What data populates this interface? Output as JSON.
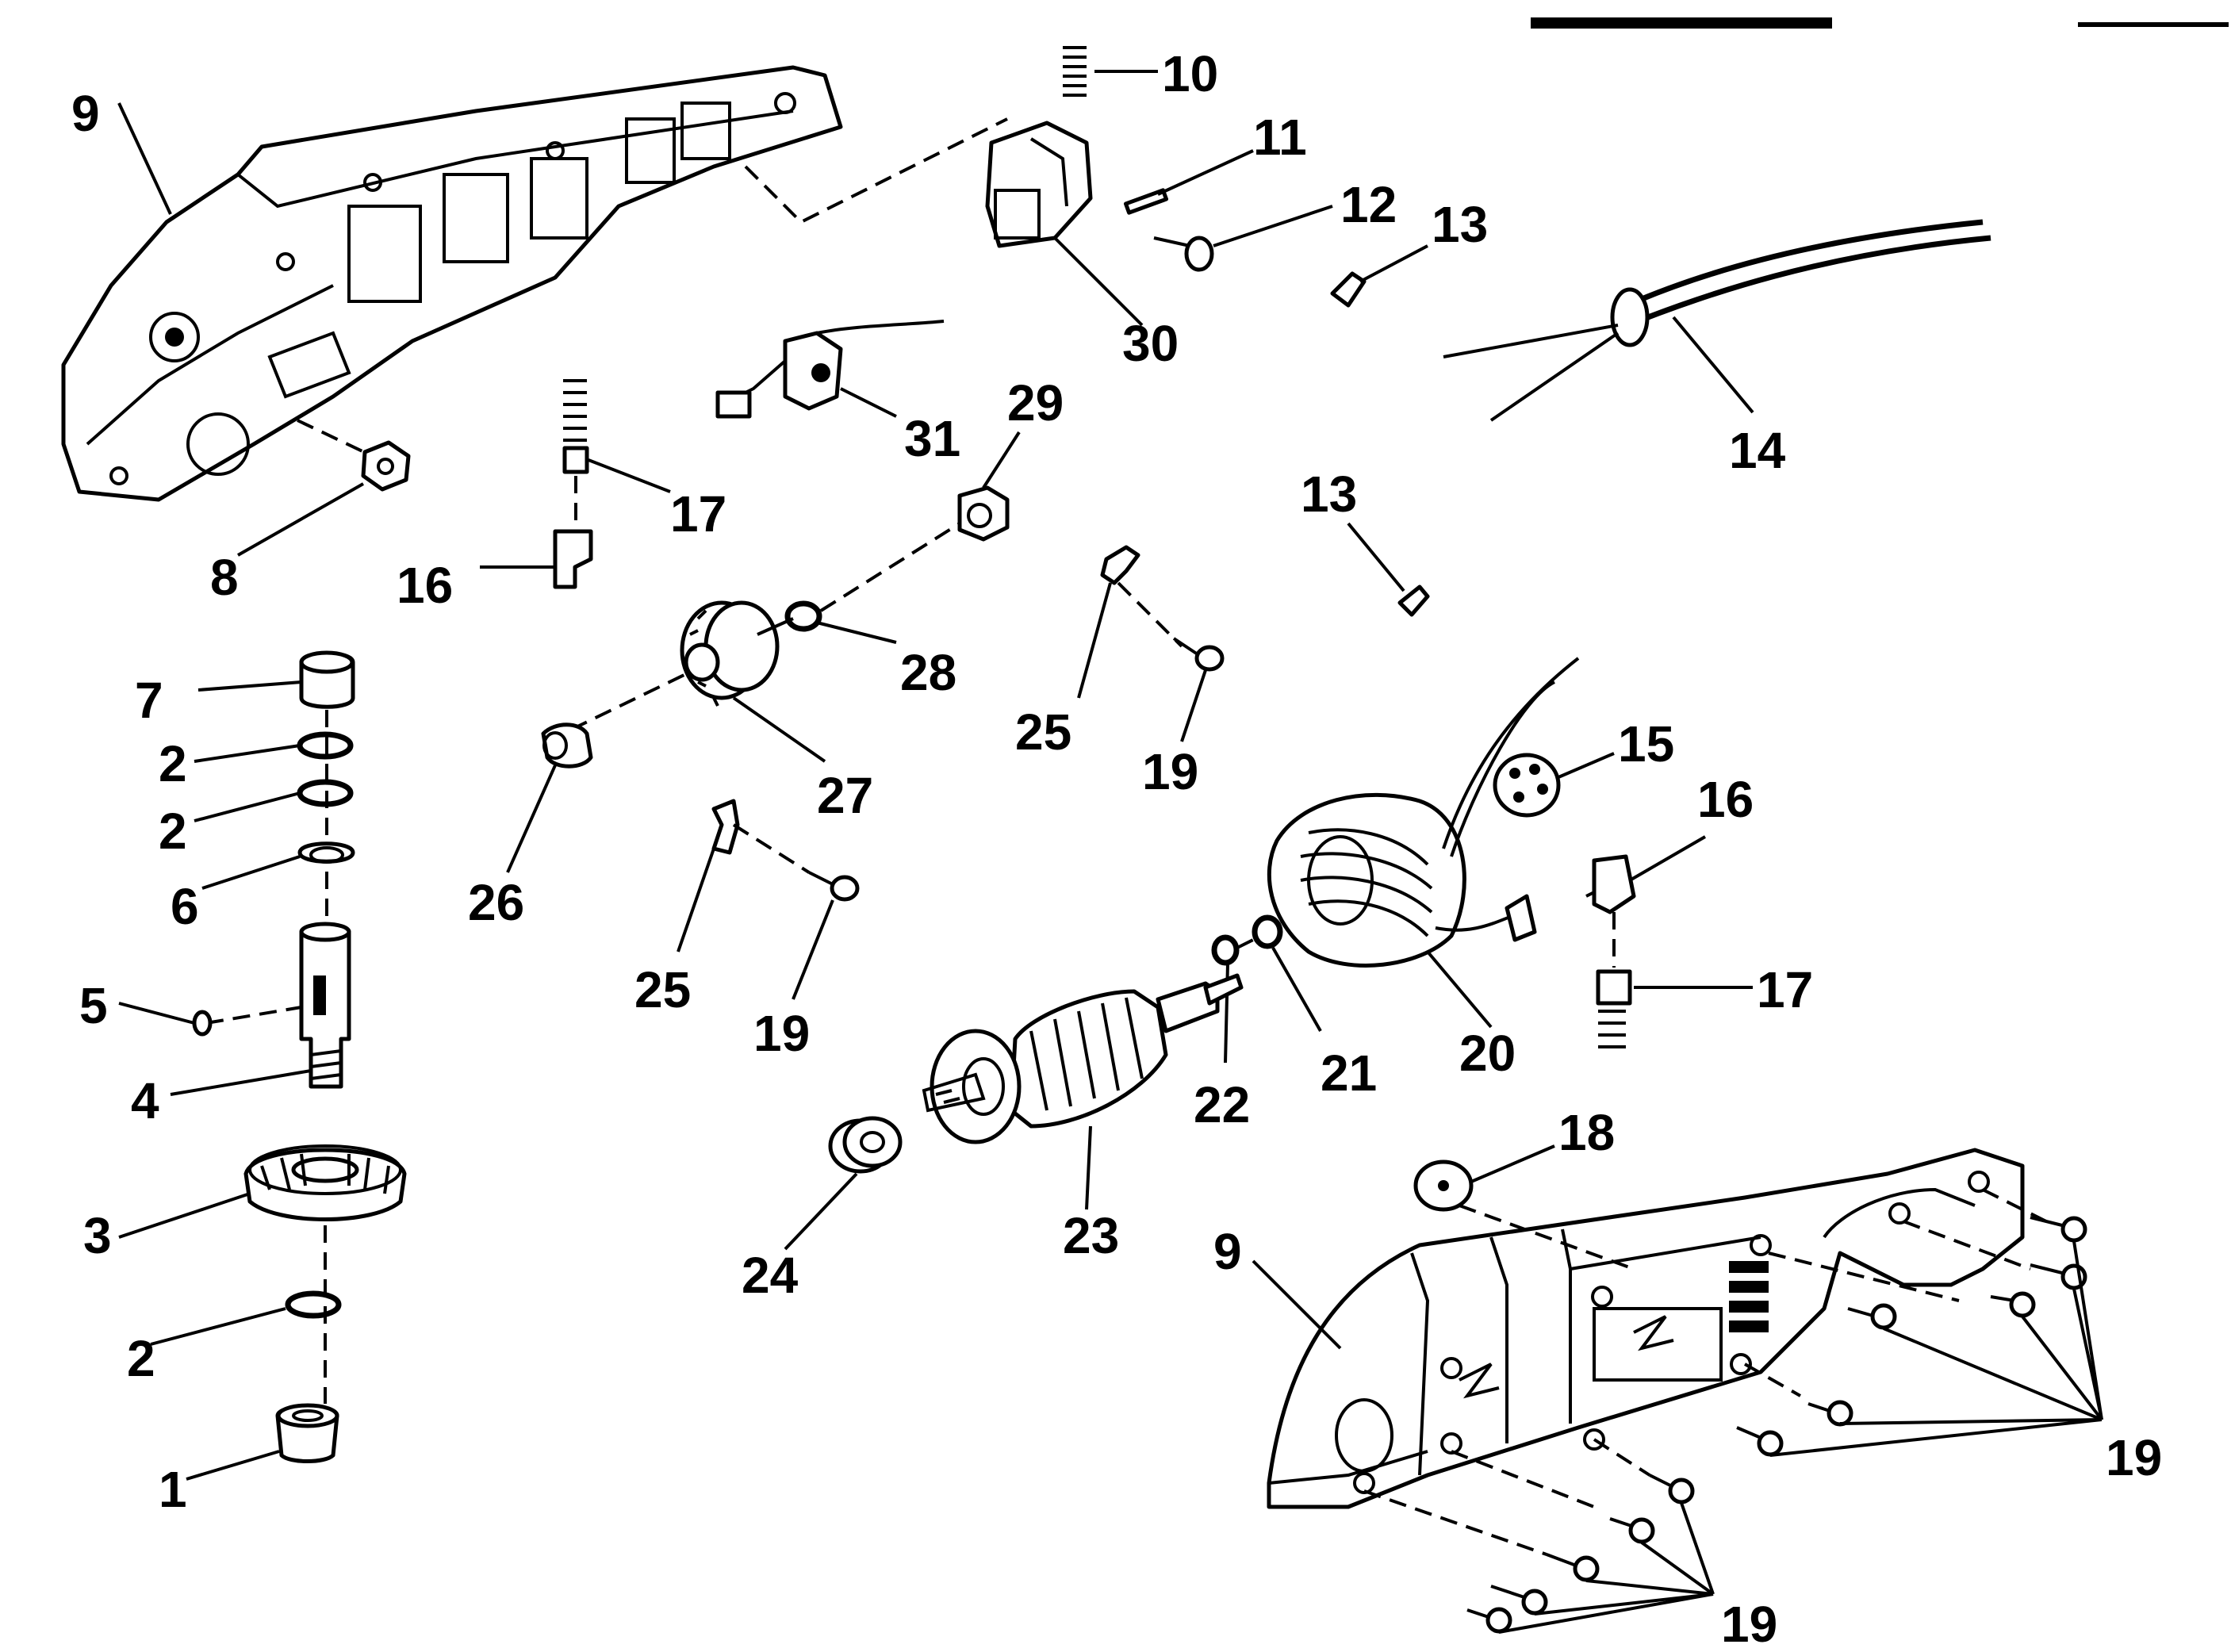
{
  "header": {
    "partial_text": "…"
  },
  "callouts": {
    "c1": "1",
    "c2a": "2",
    "c2b": "2",
    "c2c": "2",
    "c3": "3",
    "c4": "4",
    "c5": "5",
    "c6": "6",
    "c7": "7",
    "c8": "8",
    "c9a": "9",
    "c9b": "9",
    "c10": "10",
    "c11": "11",
    "c12": "12",
    "c13a": "13",
    "c13b": "13",
    "c14": "14",
    "c15": "15",
    "c16a": "16",
    "c16b": "16",
    "c17a": "17",
    "c17b": "17",
    "c18": "18",
    "c19a": "19",
    "c19b": "19",
    "c19c": "19",
    "c19d": "19",
    "c20": "20",
    "c21": "21",
    "c22": "22",
    "c23": "23",
    "c24": "24",
    "c25a": "25",
    "c25b": "25",
    "c26": "26",
    "c27": "27",
    "c28": "28",
    "c29": "29",
    "c30": "30",
    "c31": "31"
  }
}
